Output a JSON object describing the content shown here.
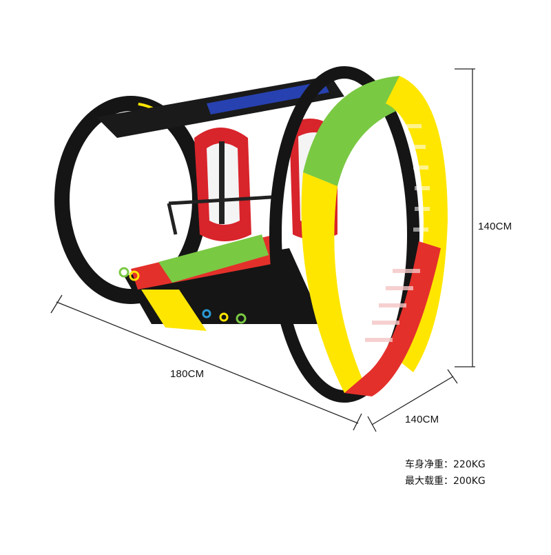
{
  "product": {
    "name_icon": "leswing-rolling-car-ride-photo",
    "seat_color": "#d8242b",
    "ring_colors": [
      "#7ac943",
      "#ffe600",
      "#e4302b"
    ],
    "frame_color": "#151515"
  },
  "dimensions": {
    "height_label": "140CM",
    "length_label": "180CM",
    "width_label": "140CM"
  },
  "specs": {
    "net_weight": "车身净重：220KG",
    "max_load": "最大载重：200KG"
  }
}
